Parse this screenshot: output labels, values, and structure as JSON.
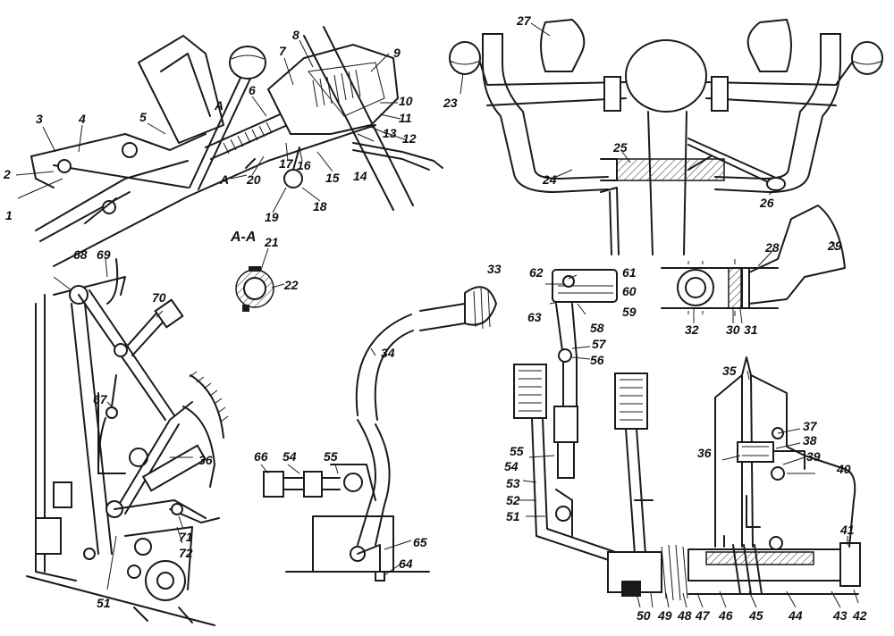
{
  "section_label": "A-A",
  "section_marks": [
    "A",
    "A"
  ],
  "callouts": [
    "1",
    "2",
    "3",
    "4",
    "5",
    "6",
    "7",
    "8",
    "9",
    "10",
    "11",
    "12",
    "13",
    "14",
    "15",
    "16",
    "17",
    "18",
    "19",
    "20",
    "21",
    "22",
    "23",
    "24",
    "25",
    "26",
    "27",
    "28",
    "29",
    "30",
    "31",
    "32",
    "33",
    "34",
    "35",
    "36",
    "37",
    "38",
    "39",
    "40",
    "41",
    "42",
    "43",
    "44",
    "45",
    "46",
    "47",
    "48",
    "49",
    "50",
    "51",
    "52",
    "53",
    "54",
    "55",
    "56",
    "57",
    "58",
    "59",
    "60",
    "61",
    "62",
    "63",
    "64",
    "65",
    "66",
    "67",
    "68",
    "69",
    "70",
    "71",
    "72"
  ],
  "callouts_repeat": [
    "36",
    "51",
    "54"
  ],
  "colors": {
    "ink": "#1a1a1a",
    "paper": "#ffffff"
  }
}
